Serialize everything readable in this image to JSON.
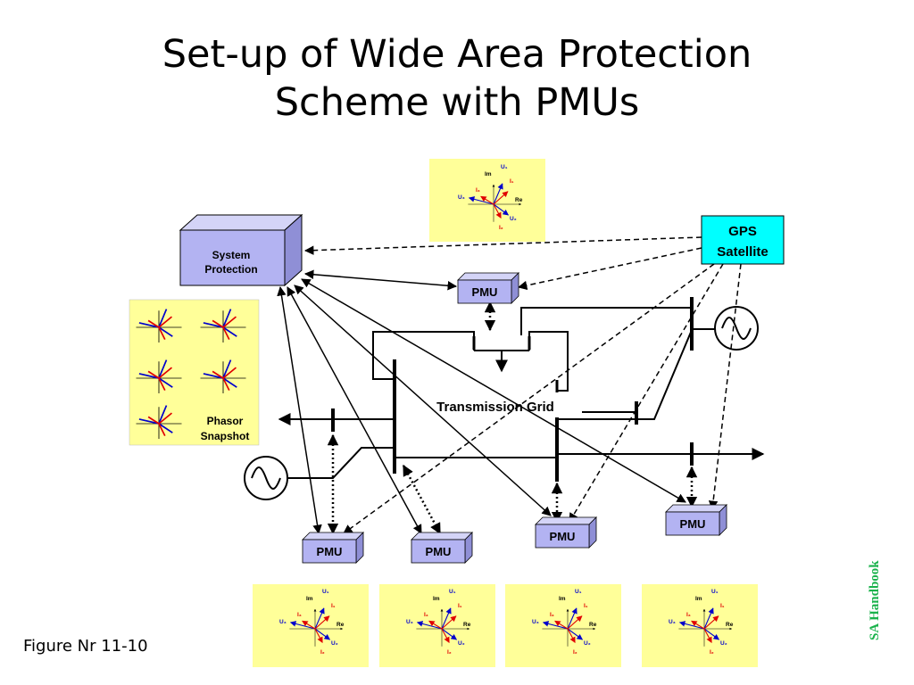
{
  "slide": {
    "title_line1": "Set-up of Wide Area Protection",
    "title_line2": "Scheme with PMUs",
    "figure_label": "Figure Nr 11-10",
    "side_label": "SA Handbook"
  },
  "diagram": {
    "system_protection_line1": "System",
    "system_protection_line2": "Protection",
    "gps_line1": "GPS",
    "gps_line2": "Satellite",
    "transmission_grid": "Transmission Grid",
    "phasor_snapshot_line1": "Phasor",
    "phasor_snapshot_line2": "Snapshot",
    "pmu_label": "PMU",
    "phasor_labels": {
      "im": "Im",
      "re": "Re",
      "u1": "U₁",
      "u2": "U₂",
      "u3": "U₃",
      "i1": "I₁",
      "i2": "I₂",
      "i3": "I₃"
    }
  },
  "colors": {
    "phasor_background": "#ffff99",
    "pmu_box": "#b3b3f2",
    "system_protection_box": "#b3b3f2",
    "gps_box": "#00ffff",
    "voltage_phasor": "#0000cc",
    "current_phasor": "#e00000",
    "side_label": "#19b24b"
  }
}
